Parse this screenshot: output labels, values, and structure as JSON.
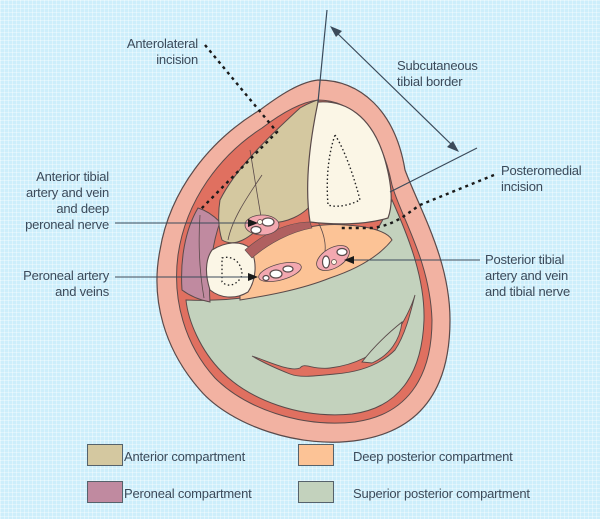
{
  "title": "Cross-section of the leg showing compartments and fasciotomy incisions",
  "labels": {
    "anterolateral_incision": "Anterolateral\nincision",
    "subcutaneous_tibial_border": "Subcutaneous\ntibial border",
    "posteromedial_incision": "Posteromedial\nincision",
    "anterior_tibial": "Anterior tibial\nartery and vein\nand deep\nperoneal nerve",
    "peroneal_artery": "Peroneal artery\nand veins",
    "posterior_tibial": "Posterior tibial\nartery and vein\nand tibial nerve"
  },
  "legend": [
    {
      "label": "Anterior compartment",
      "color": "#d4c8a0"
    },
    {
      "label": "Deep posterior compartment",
      "color": "#fcc396"
    },
    {
      "label": "Peroneal compartment",
      "color": "#c08aa0"
    },
    {
      "label": "Superior posterior compartment",
      "color": "#c3d2bd"
    }
  ],
  "colors": {
    "skin": "#f2b2a2",
    "fascia": "#e07060",
    "bone": "#fbf6e6",
    "vessel_sheath": "#f3a8b0",
    "outline": "#5a4a4a",
    "text": "#3b4a5a"
  }
}
